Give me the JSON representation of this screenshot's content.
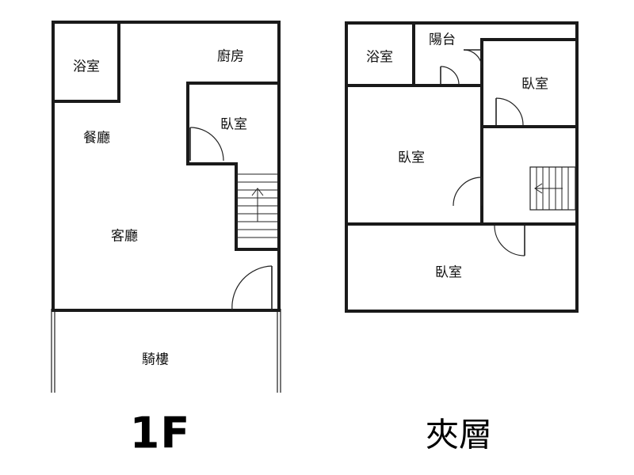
{
  "plans": {
    "first_floor": {
      "title": "1F",
      "rooms": {
        "bathroom": "浴室",
        "kitchen": "廚房",
        "bedroom": "臥室",
        "dining": "餐廳",
        "living": "客廳",
        "arcade": "騎樓"
      }
    },
    "mezzanine": {
      "title": "夾層",
      "rooms": {
        "bathroom": "浴室",
        "balcony": "陽台",
        "bedroom_ne": "臥室",
        "bedroom_w": "臥室",
        "bedroom_s": "臥室"
      }
    }
  },
  "colors": {
    "wall": "#1a1a1a",
    "background": "#ffffff"
  }
}
